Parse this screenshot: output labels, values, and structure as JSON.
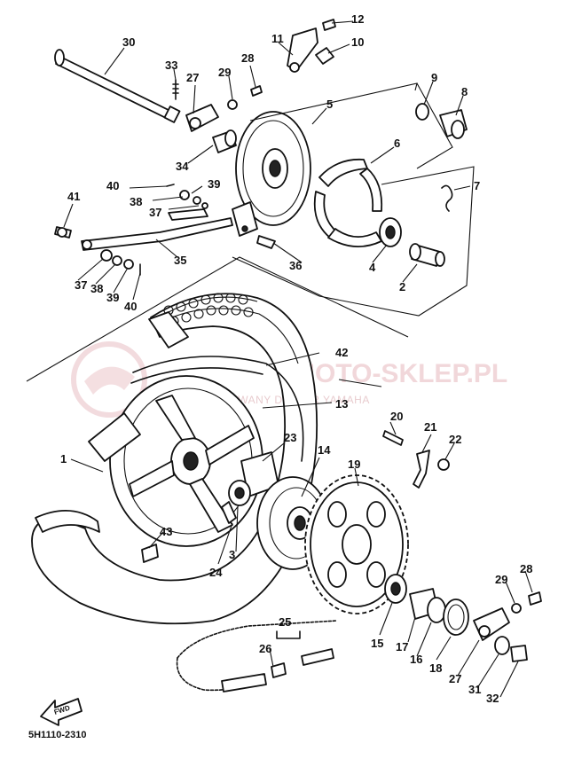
{
  "diagram": {
    "drawing_code": "5H1110-2310",
    "front_marker": "FWD",
    "watermark": {
      "title": "MOTO-SKLEP.PL",
      "subtitle": "AUTORYZOWANY DEALER YAMAHA"
    },
    "callouts": [
      "1",
      "2",
      "3",
      "4",
      "5",
      "6",
      "7",
      "8",
      "9",
      "10",
      "11",
      "12",
      "13",
      "14",
      "15",
      "16",
      "17",
      "18",
      "19",
      "20",
      "21",
      "22",
      "23",
      "24",
      "25",
      "26",
      "27",
      "28",
      "29",
      "30",
      "31",
      "32",
      "33",
      "34",
      "35",
      "36",
      "37",
      "38",
      "39",
      "40",
      "41",
      "42",
      "43"
    ],
    "repeated_callouts": [
      "27",
      "28",
      "29",
      "37",
      "38",
      "39",
      "40"
    ]
  }
}
